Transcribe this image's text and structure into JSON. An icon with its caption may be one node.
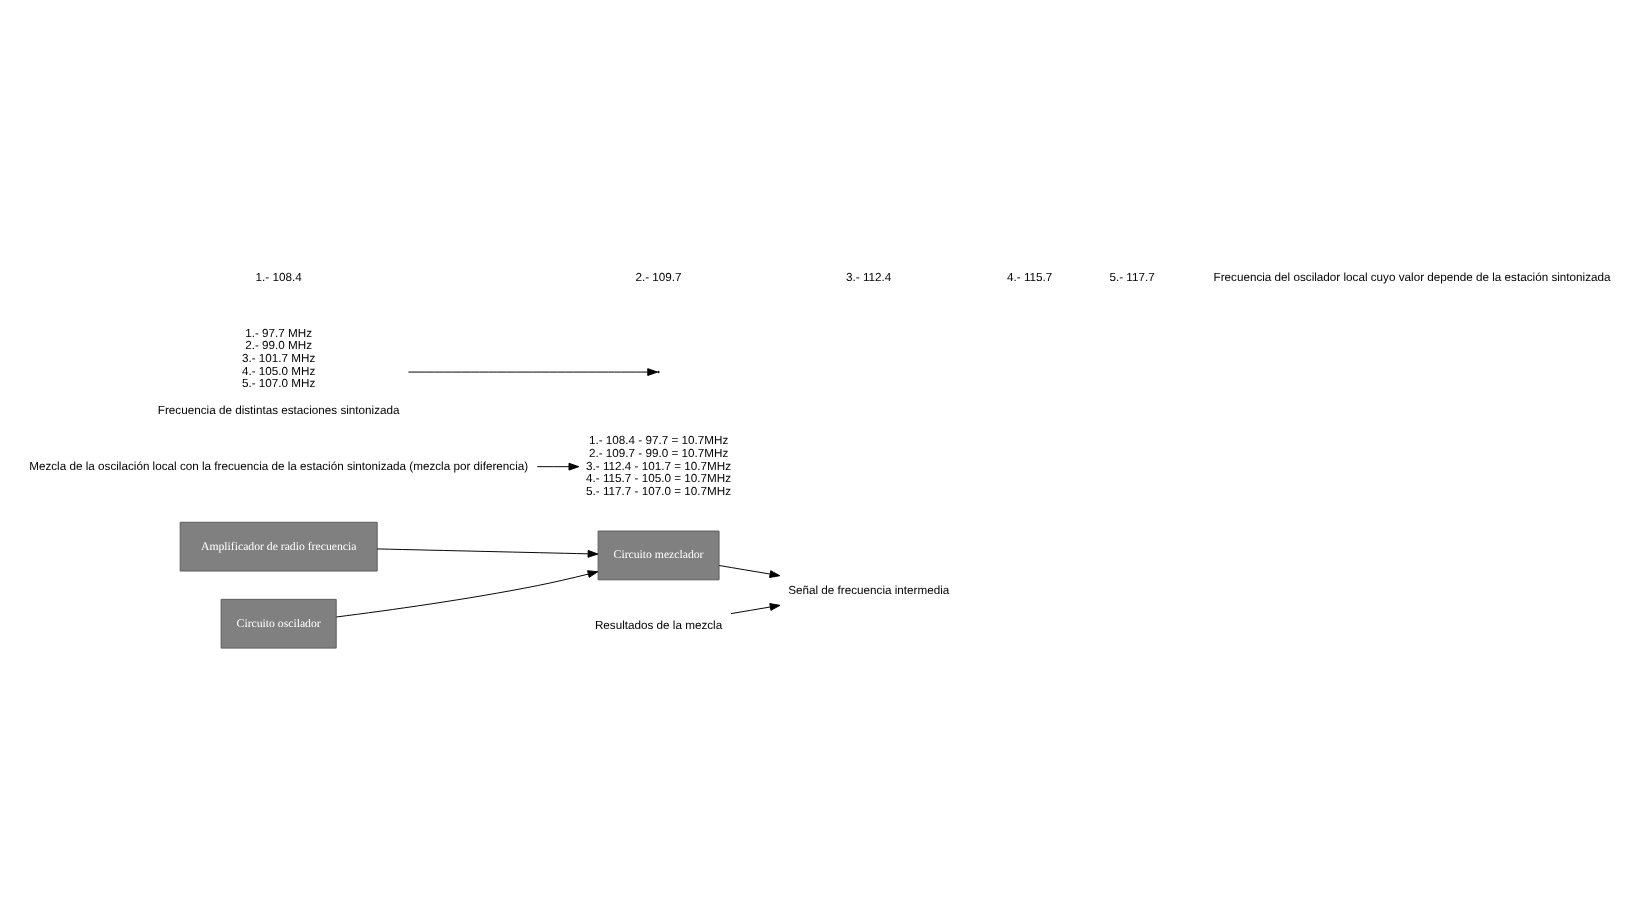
{
  "diagram": {
    "nodes": [
      {
        "text": [
          "Amplificador de radio frecuencia"
        ]
      },
      {
        "text": [
          "Circuito mezclador"
        ]
      },
      {
        "text": [
          "Circuito oscilador"
        ]
      },
      {
        "text": [
          "Señal de frecuencia intermedia"
        ]
      },
      {
        "text": [
          "Mezcla de la oscilación local con la frecuencia de la estación sintonizada (mezcla por diferencia)"
        ]
      },
      {
        "text": [
          "1.- 108.4 - 97.7 = 10.7MHz",
          "2.- 109.7 - 99.0 = 10.7MHz",
          "3.- 112.4 - 101.7 = 10.7MHz",
          "4.- 115.7 - 105.0 = 10.7MHz",
          "5.- 117.7 - 107.0 = 10.7MHz"
        ]
      },
      {
        "text": [
          "Resultados de la mezcla"
        ]
      },
      {
        "text": [
          "1.- 97.7 MHz",
          "2.- 99.0 MHz",
          "3.- 101.7 MHz",
          "4.- 105.0 MHz",
          "5.- 107.0 MHz"
        ],
        "beside": [
          "Frecuencia de distintas estaciones sintonizada"
        ]
      }
    ],
    "edges": [
      {
        "from": 0,
        "to": 1,
        "arrow": "to"
      },
      {
        "from": 1,
        "to": 3,
        "arrow": "to"
      },
      {
        "from": 2,
        "to": 1,
        "arrow": "to"
      },
      {
        "from": 4,
        "to": 5,
        "arrow": "to"
      },
      {
        "from": 6,
        "to": 3,
        "arrow": "to"
      },
      {
        "from": 7,
        "to": null,
        "arrow": "to"
      }
    ],
    "labels": [
      "1.- 108.4",
      "2.- 109.7",
      "3.- 112.4",
      "4.- 115.7",
      "5.- 117.7",
      "Frecuencia del oscilador local cuyo valor depende de la estación sintonizada"
    ]
  }
}
